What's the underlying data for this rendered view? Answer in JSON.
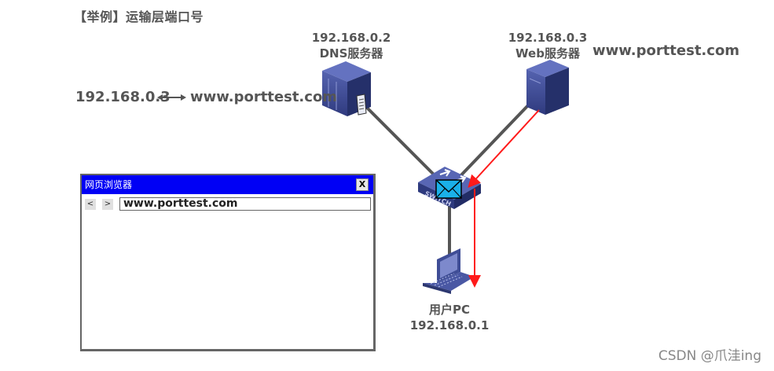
{
  "title": "【举例】运输层端口号",
  "dns_server": {
    "ip": "192.168.0.2",
    "name": "DNS服务器"
  },
  "web_server": {
    "ip": "192.168.0.3",
    "name": "Web服务器",
    "domain": "www.porttest.com"
  },
  "dns_mapping": {
    "ip": "192.168.0.3",
    "domain": "www.porttest.com"
  },
  "switch": {
    "label": "SWITCH"
  },
  "user_pc": {
    "name": "用户PC",
    "ip": "192.168.0.1"
  },
  "browser": {
    "title": "网页浏览器",
    "close_label": "X",
    "back_label": "<",
    "forward_label": ">",
    "address": "www.porttest.com"
  },
  "colors": {
    "browser_titlebar": "#0000f5",
    "device": "#3f4d96",
    "arrow": "#ff1a1a",
    "envelope": "#1ab0e8"
  },
  "watermark": "CSDN @爪洼ing"
}
